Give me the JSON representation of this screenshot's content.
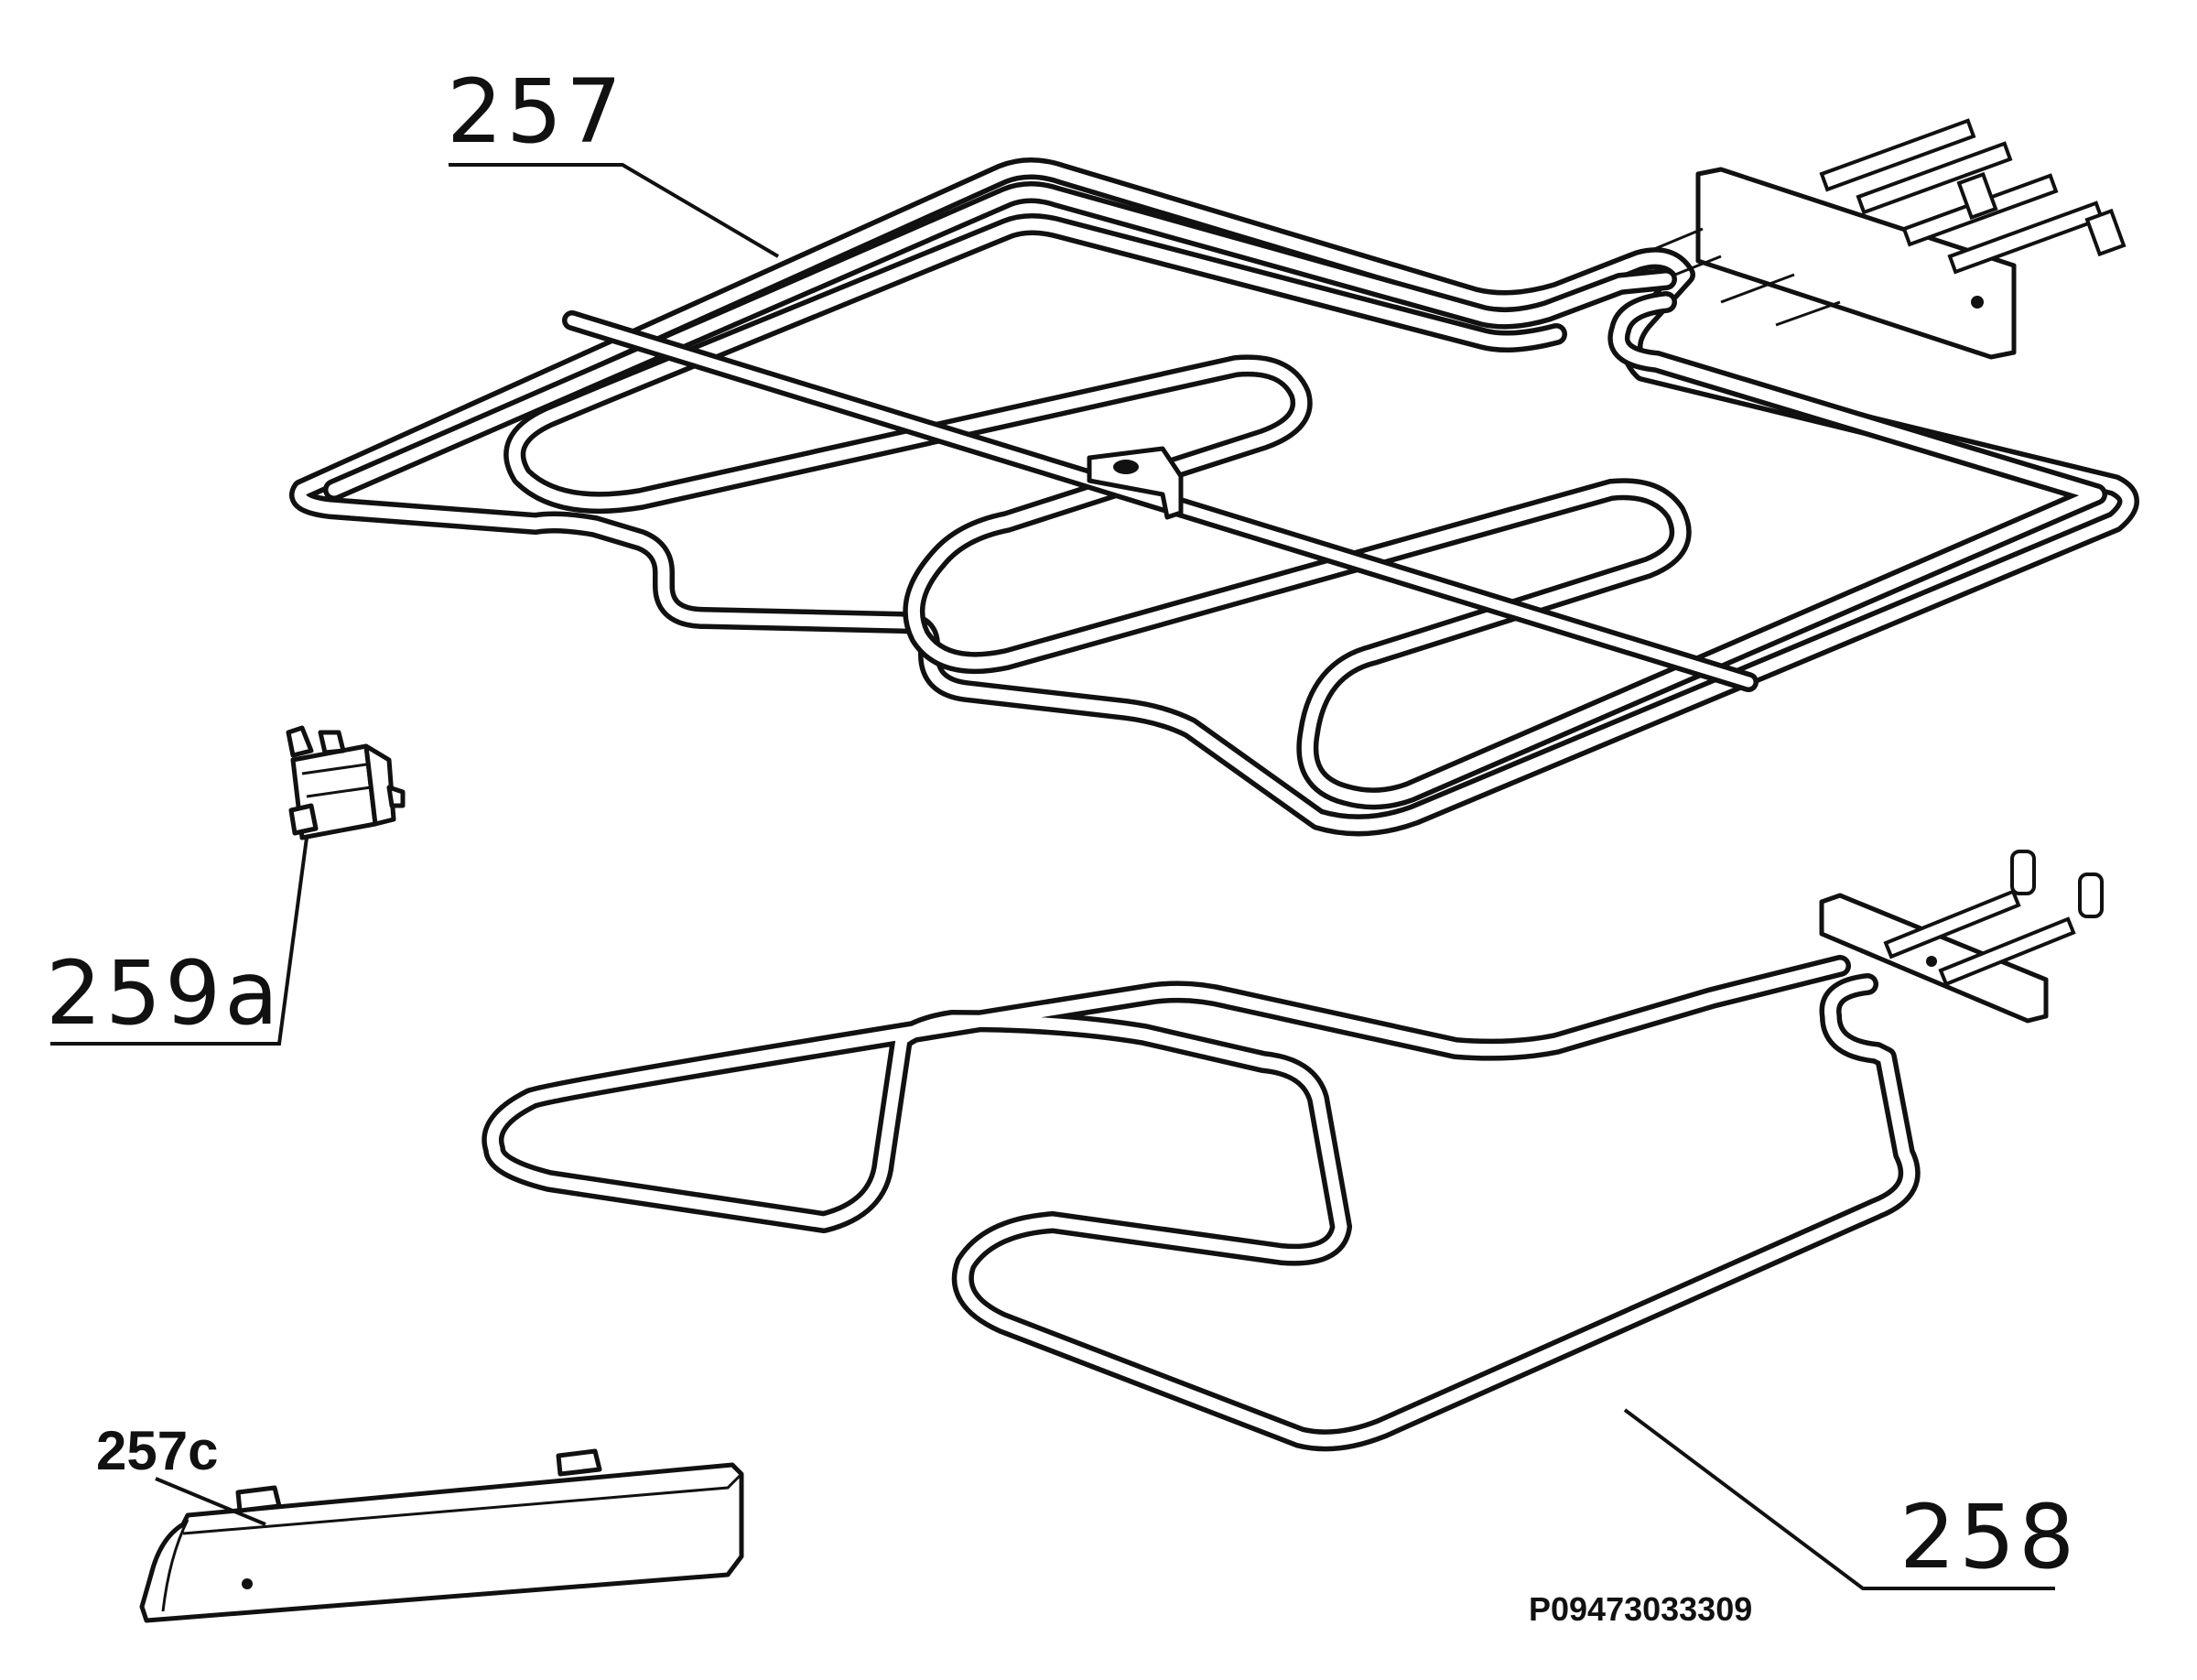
{
  "diagram": {
    "labels": {
      "part_257": "257",
      "part_259a": "259a",
      "part_257c": "257c",
      "part_258": "258"
    },
    "reference_code": "P09473033309"
  }
}
